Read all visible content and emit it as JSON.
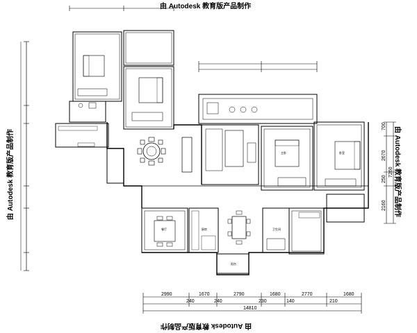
{
  "watermark": {
    "text": "由 Autodesk 教育版产品制作"
  },
  "dimensions": {
    "bottom_row1": [
      "2990",
      "1670",
      "2790",
      "1680",
      "2770",
      "1680"
    ],
    "bottom_row2": [
      "240",
      "240",
      "230",
      "140",
      "210"
    ],
    "bottom_total": "14810",
    "right_row": [
      "700",
      "2670",
      "250",
      "2160"
    ],
    "right_total": "7260"
  },
  "rooms": {
    "dining": "餐厅",
    "kitchen": "厨房",
    "master": "主卧",
    "bedroom": "卧室",
    "balcony": "阳台",
    "bath": "卫生间"
  },
  "colors": {
    "line": "#000000",
    "background": "#ffffff"
  }
}
